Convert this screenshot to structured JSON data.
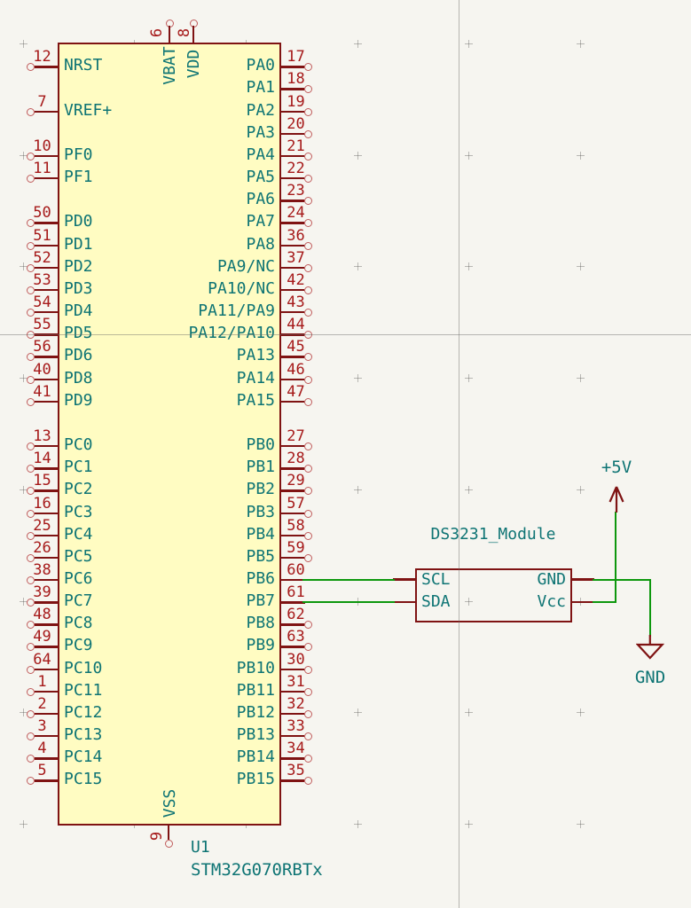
{
  "schematic": {
    "ic": {
      "reference": "U1",
      "value": "STM32G070RBTx",
      "left_pins": [
        {
          "num": "12",
          "name": "NRST",
          "row": 0
        },
        {
          "num": "7",
          "name": "VREF+",
          "row": 2
        },
        {
          "num": "10",
          "name": "PF0",
          "row": 4
        },
        {
          "num": "11",
          "name": "PF1",
          "row": 5
        },
        {
          "num": "50",
          "name": "PD0",
          "row": 7
        },
        {
          "num": "51",
          "name": "PD1",
          "row": 8
        },
        {
          "num": "52",
          "name": "PD2",
          "row": 9
        },
        {
          "num": "53",
          "name": "PD3",
          "row": 10
        },
        {
          "num": "54",
          "name": "PD4",
          "row": 11
        },
        {
          "num": "55",
          "name": "PD5",
          "row": 12
        },
        {
          "num": "56",
          "name": "PD6",
          "row": 13
        },
        {
          "num": "40",
          "name": "PD8",
          "row": 14
        },
        {
          "num": "41",
          "name": "PD9",
          "row": 15
        },
        {
          "num": "13",
          "name": "PC0",
          "row": 17
        },
        {
          "num": "14",
          "name": "PC1",
          "row": 18
        },
        {
          "num": "15",
          "name": "PC2",
          "row": 19
        },
        {
          "num": "16",
          "name": "PC3",
          "row": 20
        },
        {
          "num": "25",
          "name": "PC4",
          "row": 21
        },
        {
          "num": "26",
          "name": "PC5",
          "row": 22
        },
        {
          "num": "38",
          "name": "PC6",
          "row": 23
        },
        {
          "num": "39",
          "name": "PC7",
          "row": 24
        },
        {
          "num": "48",
          "name": "PC8",
          "row": 25
        },
        {
          "num": "49",
          "name": "PC9",
          "row": 26
        },
        {
          "num": "64",
          "name": "PC10",
          "row": 27
        },
        {
          "num": "1",
          "name": "PC11",
          "row": 28
        },
        {
          "num": "2",
          "name": "PC12",
          "row": 29
        },
        {
          "num": "3",
          "name": "PC13",
          "row": 30
        },
        {
          "num": "4",
          "name": "PC14",
          "row": 31
        },
        {
          "num": "5",
          "name": "PC15",
          "row": 32
        }
      ],
      "right_pins": [
        {
          "num": "17",
          "name": "PA0",
          "row": 0
        },
        {
          "num": "18",
          "name": "PA1",
          "row": 1
        },
        {
          "num": "19",
          "name": "PA2",
          "row": 2
        },
        {
          "num": "20",
          "name": "PA3",
          "row": 3
        },
        {
          "num": "21",
          "name": "PA4",
          "row": 4
        },
        {
          "num": "22",
          "name": "PA5",
          "row": 5
        },
        {
          "num": "23",
          "name": "PA6",
          "row": 6
        },
        {
          "num": "24",
          "name": "PA7",
          "row": 7
        },
        {
          "num": "36",
          "name": "PA8",
          "row": 8
        },
        {
          "num": "37",
          "name": "PA9/NC",
          "row": 9
        },
        {
          "num": "42",
          "name": "PA10/NC",
          "row": 10
        },
        {
          "num": "43",
          "name": "PA11/PA9",
          "row": 11
        },
        {
          "num": "44",
          "name": "PA12/PA10",
          "row": 12
        },
        {
          "num": "45",
          "name": "PA13",
          "row": 13
        },
        {
          "num": "46",
          "name": "PA14",
          "row": 14
        },
        {
          "num": "47",
          "name": "PA15",
          "row": 15
        },
        {
          "num": "27",
          "name": "PB0",
          "row": 17
        },
        {
          "num": "28",
          "name": "PB1",
          "row": 18
        },
        {
          "num": "29",
          "name": "PB2",
          "row": 19
        },
        {
          "num": "57",
          "name": "PB3",
          "row": 20
        },
        {
          "num": "58",
          "name": "PB4",
          "row": 21
        },
        {
          "num": "59",
          "name": "PB5",
          "row": 22
        },
        {
          "num": "60",
          "name": "PB6",
          "row": 23,
          "connected": true
        },
        {
          "num": "61",
          "name": "PB7",
          "row": 24,
          "connected": true
        },
        {
          "num": "62",
          "name": "PB8",
          "row": 25
        },
        {
          "num": "63",
          "name": "PB9",
          "row": 26
        },
        {
          "num": "30",
          "name": "PB10",
          "row": 27
        },
        {
          "num": "31",
          "name": "PB11",
          "row": 28
        },
        {
          "num": "32",
          "name": "PB12",
          "row": 29
        },
        {
          "num": "33",
          "name": "PB13",
          "row": 30
        },
        {
          "num": "34",
          "name": "PB14",
          "row": 31
        },
        {
          "num": "35",
          "name": "PB15",
          "row": 32
        }
      ],
      "top_pins": [
        {
          "num": "6",
          "name": "VBAT"
        },
        {
          "num": "8",
          "name": "VDD"
        }
      ],
      "bottom_pins": [
        {
          "num": "9",
          "name": "VSS"
        }
      ]
    },
    "module": {
      "value": "DS3231_Module",
      "left_pins": [
        "SCL",
        "SDA"
      ],
      "right_pins": [
        "GND",
        "Vcc"
      ]
    },
    "power": {
      "plus5v_label": "+5V",
      "gnd_label": "GND"
    },
    "colors": {
      "background": "#F6F5F0",
      "symbol_body_fill": "#FFFCC2",
      "symbol_outline": "#7F1313",
      "pin_number": "#A61A1A",
      "pin_name_text": "#0E7474",
      "wire_green": "#0D970D"
    }
  }
}
